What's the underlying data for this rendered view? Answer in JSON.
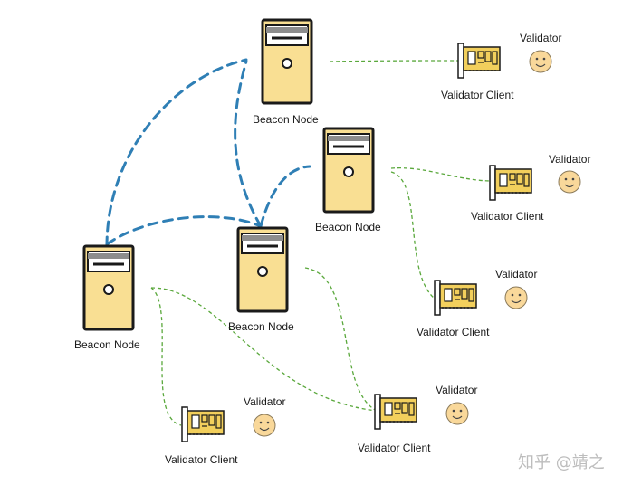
{
  "diagram": {
    "beacon_nodes": [
      {
        "id": "bn-top",
        "label": "Beacon Node"
      },
      {
        "id": "bn-mid",
        "label": "Beacon Node"
      },
      {
        "id": "bn-center",
        "label": "Beacon Node"
      },
      {
        "id": "bn-left",
        "label": "Beacon Node"
      }
    ],
    "validator_clients": [
      {
        "id": "vc1",
        "label": "Validator Client",
        "validator": "Validator"
      },
      {
        "id": "vc2",
        "label": "Validator Client",
        "validator": "Validator"
      },
      {
        "id": "vc3",
        "label": "Validator Client",
        "validator": "Validator"
      },
      {
        "id": "vc4",
        "label": "Validator Client",
        "validator": "Validator"
      },
      {
        "id": "vc5",
        "label": "Validator Client",
        "validator": "Validator"
      }
    ],
    "colors": {
      "beacon_link": "#2f7fb5",
      "client_link": "#5aa83c",
      "server_body": "#f9df93",
      "server_outline": "#1a1a1a",
      "card_body": "#f2cf5c",
      "face": "#f9d89a"
    }
  },
  "watermark": "知乎 @靖之"
}
